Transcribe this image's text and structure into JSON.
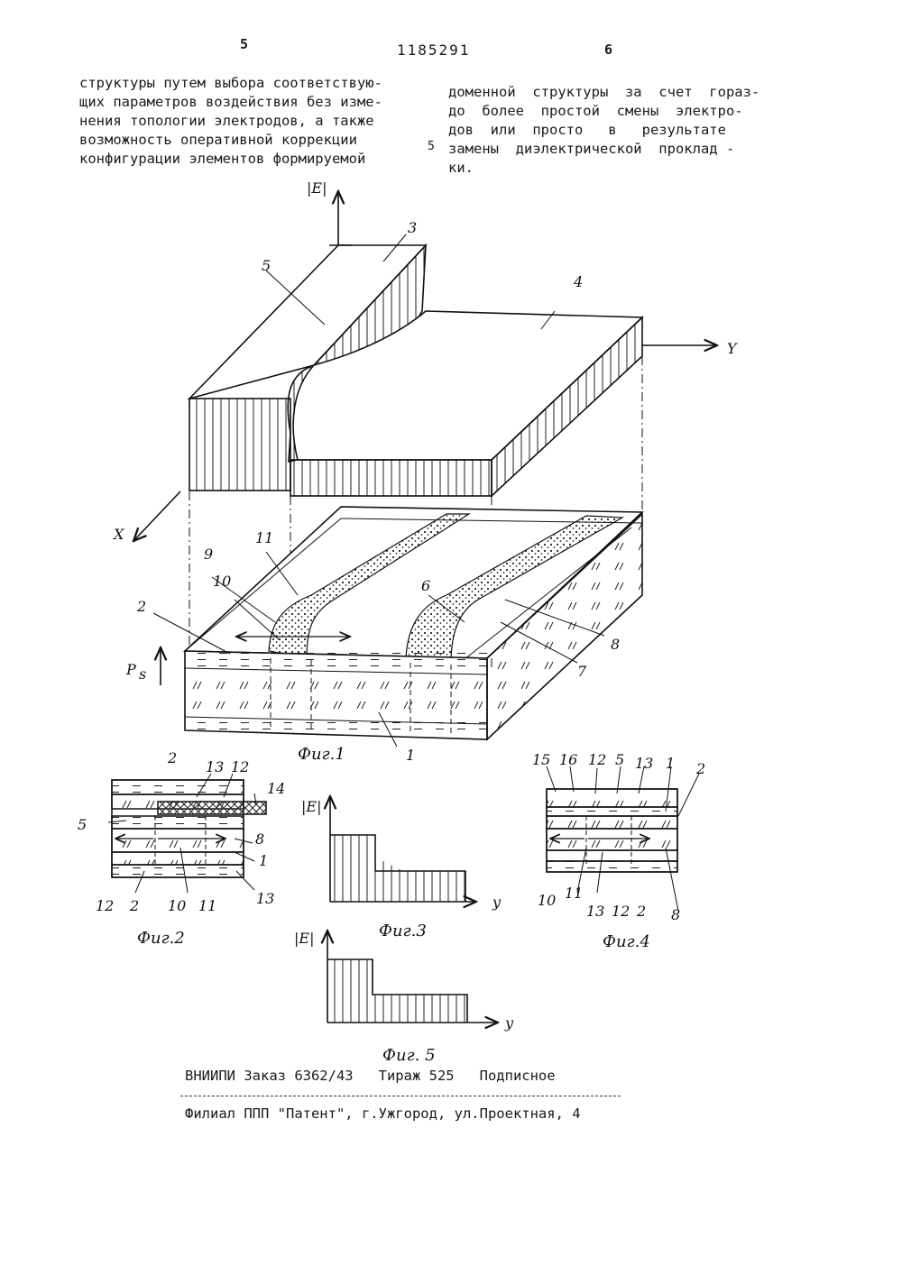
{
  "header": {
    "page_left": "5",
    "patent_number": "1185291",
    "page_right": "6"
  },
  "text": {
    "left_column": "структуры путем выбора соответствую-\nщих параметров воздействия без изме-\nнения топологии электродов, а также\nвозможность оперативной коррекции\nконфигурации элементов формируемой",
    "right_column": "доменной  структуры  за  счет  гораз-\nдо  более  простой  смены  электро-\nдов  или  просто   в   результате\nзамены  диэлектрической  проклад -\nки.",
    "line_marker": "5"
  },
  "figures": {
    "fig1": {
      "caption": "Фиг.1",
      "axis_e": "|E|",
      "axis_y": "Y",
      "axis_x": "X",
      "axis_ps": "P",
      "axis_ps_sub": "s",
      "labels": [
        "1",
        "2",
        "3",
        "4",
        "5",
        "6",
        "7",
        "8",
        "9",
        "10",
        "11"
      ]
    },
    "fig2": {
      "caption": "Фиг.2",
      "labels": [
        "2",
        "13",
        "12",
        "14",
        "5",
        "8",
        "1",
        "13",
        "12",
        "2",
        "10",
        "11"
      ]
    },
    "fig3": {
      "caption": "Фиг.3",
      "axis_e": "|E|",
      "axis_y": "y"
    },
    "fig4": {
      "caption": "Фиг.4",
      "labels": [
        "15",
        "16",
        "12",
        "5",
        "13",
        "1",
        "2",
        "10",
        "11",
        "13",
        "12",
        "2",
        "8"
      ]
    },
    "fig5": {
      "caption": "Фиг. 5",
      "axis_e": "|E|",
      "axis_y": "y"
    }
  },
  "footer": {
    "line1": "ВНИИПИ Заказ 6362/43   Тираж 525   Подписное",
    "line2": "Филиал ППП \"Патент\", г.Ужгород, ул.Проектная, 4"
  }
}
